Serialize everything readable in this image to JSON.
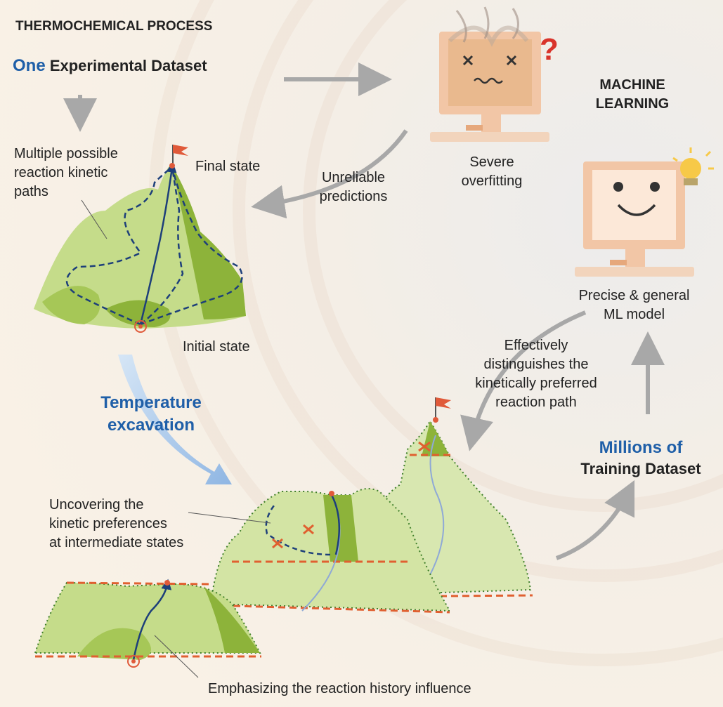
{
  "header": {
    "title": "THERMOCHEMICAL PROCESS"
  },
  "dataset": {
    "emphasis": "One",
    "text": "Experimental Dataset"
  },
  "ml": {
    "line1": "MACHINE",
    "line2": "LEARNING"
  },
  "labels": {
    "multiple_paths": [
      "Multiple possible",
      "reaction kinetic",
      "paths"
    ],
    "final_state": "Final state",
    "initial_state": "Initial state",
    "unreliable": [
      "Unreliable",
      "predictions"
    ],
    "overfitting": [
      "Severe",
      "overfitting"
    ],
    "precise": [
      "Precise & general",
      "ML model"
    ],
    "effectively": [
      "Effectively",
      "distinguishes the",
      "kinetically preferred",
      "reaction path"
    ],
    "temperature": [
      "Temperature",
      "excavation"
    ],
    "uncovering": [
      "Uncovering the",
      "kinetic preferences",
      "at intermediate states"
    ],
    "millions": {
      "emphasis": "Millions of",
      "text": "Training Dataset"
    },
    "emphasizing": "Emphasizing the reaction history influence"
  },
  "colors": {
    "accent_blue": "#1f5fa8",
    "mountain_light": "#c5dc8a",
    "mountain_dark": "#8db33a",
    "path": "#1d3f7a",
    "cut_line": "#e06030",
    "monitor": "#f2c6a6",
    "arrow": "#a8a8a8"
  },
  "icons": [
    "sad-computer-icon",
    "question-mark-icon",
    "happy-computer-icon",
    "light-bulb-icon",
    "flag-icon"
  ]
}
